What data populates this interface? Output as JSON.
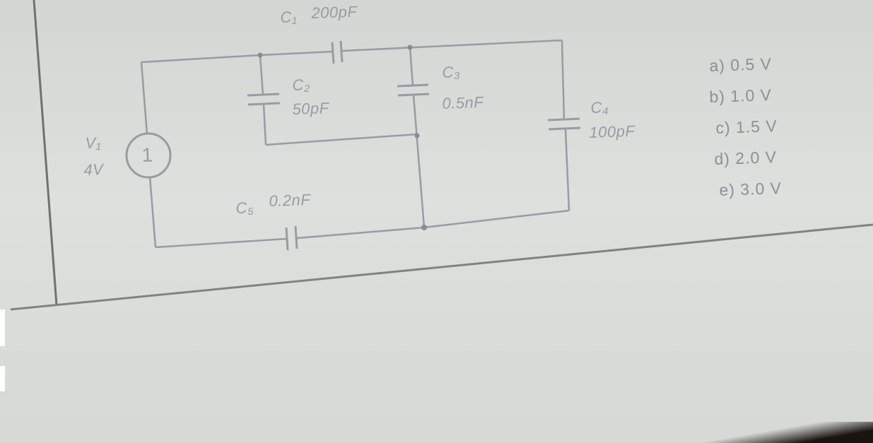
{
  "circuit": {
    "source": {
      "symbol": "1",
      "name": "V₁",
      "value": "4V"
    },
    "c1": {
      "name": "C₁",
      "value": "200pF"
    },
    "c2": {
      "name": "C₂",
      "value": "50pF"
    },
    "c3": {
      "name": "C₃",
      "value": "0.5nF"
    },
    "c4": {
      "name": "C₄",
      "value": "100pF"
    },
    "c5": {
      "name": "C₅",
      "value": "0.2nF"
    }
  },
  "answers": [
    "a) 0.5 V",
    "b) 1.0 V",
    "c) 1.5 V",
    "d) 2.0 V",
    "e) 3.0 V"
  ],
  "colors": {
    "ink": "#9a9aa6",
    "border": "#6f726e",
    "paper": "#dde0dc"
  }
}
